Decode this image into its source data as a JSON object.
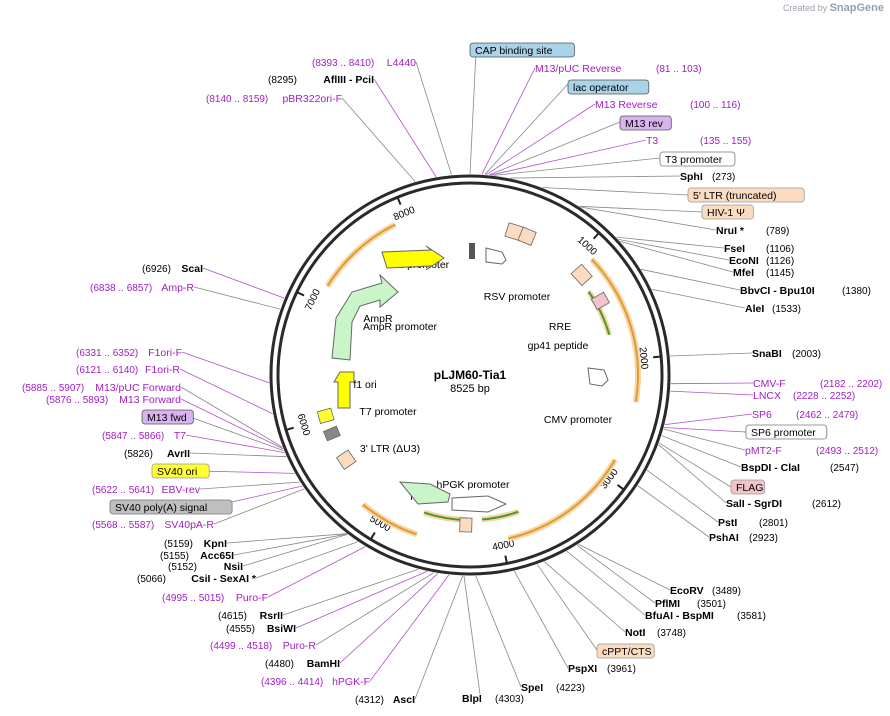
{
  "brand": {
    "created_by": "Created by",
    "product": "SnapGene"
  },
  "plasmid": {
    "name": "pLJM60-Tia1",
    "size_label": "8525 bp",
    "length": 8525
  },
  "ticks": [
    "1000",
    "2000",
    "3000",
    "4000",
    "5000",
    "6000",
    "7000",
    "8000"
  ],
  "colors": {
    "promoter_box": "#ffffff",
    "primer": "#a020c0",
    "enzyme": "#000000",
    "cap_site": "#a8d3e8",
    "lac_operator": "#a8d3e8",
    "primer_bind": "#d9b3f0",
    "ltr": "#fbdcc0",
    "hiv": "#fbdcc0",
    "flag": "#f2c4c8",
    "sv40_ori": "#ffff33",
    "sv40_polya": "#bfbfbf",
    "cppt": "#fbdcc0",
    "amp": "#c9f5c9",
    "ori": "#ffff00",
    "orf": "#e39b2e",
    "orf_green": "#4a9a2a"
  },
  "features_left_boxed": [
    {
      "label": "CAP binding site",
      "style": "cap"
    },
    {
      "label": "lac operator",
      "style": "cap"
    },
    {
      "label": "M13 rev",
      "style": "primer_bind"
    },
    {
      "label": "T3 promoter",
      "style": "white"
    },
    {
      "label": "5' LTR (truncated)",
      "style": "ltr"
    },
    {
      "label": "HIV-1 Ψ",
      "style": "ltr"
    },
    {
      "label": "SP6 promoter",
      "style": "white"
    },
    {
      "label": "FLAG",
      "style": "flag"
    },
    {
      "label": "cPPT/CTS",
      "style": "ltr"
    },
    {
      "label": "M13 fwd",
      "style": "primer_bind"
    },
    {
      "label": "SV40 ori",
      "style": "sv40"
    },
    {
      "label": "SV40 poly(A) signal",
      "style": "grey"
    }
  ],
  "right_labels": [
    {
      "name": "M13/pUC Reverse",
      "range": "(81 .. 103)",
      "kind": "primer"
    },
    {
      "name": "M13 Reverse",
      "range": "(100 .. 116)",
      "kind": "primer"
    },
    {
      "name": "T3",
      "range": "(135 .. 155)",
      "kind": "primer"
    },
    {
      "name": "SphI",
      "range": "(273)",
      "kind": "enzyme"
    },
    {
      "name": "NruI *",
      "range": "(789)",
      "kind": "enzyme"
    },
    {
      "name": "FseI",
      "range": "(1106)",
      "kind": "enzyme"
    },
    {
      "name": "EcoNI",
      "range": "(1126)",
      "kind": "enzyme"
    },
    {
      "name": "MfeI",
      "range": "(1145)",
      "kind": "enzyme"
    },
    {
      "name": "BbvCI  -  Bpu10I",
      "range": "(1380)",
      "kind": "enzyme"
    },
    {
      "name": "AleI",
      "range": "(1533)",
      "kind": "enzyme"
    },
    {
      "name": "SnaBI",
      "range": "(2003)",
      "kind": "enzyme"
    },
    {
      "name": "CMV-F",
      "range": "(2182 .. 2202)",
      "kind": "primer"
    },
    {
      "name": "LNCX",
      "range": "(2228 .. 2252)",
      "kind": "primer"
    },
    {
      "name": "SP6",
      "range": "(2462 .. 2479)",
      "kind": "primer"
    },
    {
      "name": "pMT2-F",
      "range": "(2493 .. 2512)",
      "kind": "primer"
    },
    {
      "name": "BspDI  -  ClaI",
      "range": "(2547)",
      "kind": "enzyme"
    },
    {
      "name": "SalI  -  SgrDI",
      "range": "(2612)",
      "kind": "enzyme"
    },
    {
      "name": "PstI",
      "range": "(2801)",
      "kind": "enzyme"
    },
    {
      "name": "PshAI",
      "range": "(2923)",
      "kind": "enzyme"
    },
    {
      "name": "EcoRV",
      "range": "(3489)",
      "kind": "enzyme"
    },
    {
      "name": "PflMI",
      "range": "(3501)",
      "kind": "enzyme"
    },
    {
      "name": "BfuAI  -  BspMI",
      "range": "(3581)",
      "kind": "enzyme"
    },
    {
      "name": "NotI",
      "range": "(3748)",
      "kind": "enzyme"
    },
    {
      "name": "PspXI",
      "range": "(3961)",
      "kind": "enzyme"
    },
    {
      "name": "SpeI",
      "range": "(4223)",
      "kind": "enzyme"
    },
    {
      "name": "BlpI",
      "range": "(4303)",
      "kind": "enzyme"
    }
  ],
  "left_labels": [
    {
      "name": "L4440",
      "range": "(8393 .. 8410)",
      "kind": "primer"
    },
    {
      "name": "AflIII  -  PciI",
      "range": "(8295)",
      "kind": "enzyme"
    },
    {
      "name": "pBR322ori-F",
      "range": "(8140 .. 8159)",
      "kind": "primer"
    },
    {
      "name": "ScaI",
      "range": "(6926)",
      "kind": "enzyme"
    },
    {
      "name": "Amp-R",
      "range": "(6838 .. 6857)",
      "kind": "primer"
    },
    {
      "name": "F1ori-F",
      "range": "(6331 .. 6352)",
      "kind": "primer"
    },
    {
      "name": "F1ori-R",
      "range": "(6121 .. 6140)",
      "kind": "primer"
    },
    {
      "name": "M13/pUC Forward",
      "range": "(5885 .. 5907)",
      "kind": "primer"
    },
    {
      "name": "M13 Forward",
      "range": "(5876 .. 5893)",
      "kind": "primer"
    },
    {
      "name": "T7",
      "range": "(5847 .. 5866)",
      "kind": "primer"
    },
    {
      "name": "AvrII",
      "range": "(5826)",
      "kind": "enzyme"
    },
    {
      "name": "EBV-rev",
      "range": "(5622 .. 5641)",
      "kind": "primer"
    },
    {
      "name": "SV40pA-R",
      "range": "(5568 .. 5587)",
      "kind": "primer"
    },
    {
      "name": "KpnI",
      "range": "(5159)",
      "kind": "enzyme"
    },
    {
      "name": "Acc65I",
      "range": "(5155)",
      "kind": "enzyme"
    },
    {
      "name": "NsiI",
      "range": "(5152)",
      "kind": "enzyme"
    },
    {
      "name": "CsiI  -  SexAI *",
      "range": "(5066)",
      "kind": "enzyme"
    },
    {
      "name": "Puro-F",
      "range": "(4995 .. 5015)",
      "kind": "primer"
    },
    {
      "name": "RsrII",
      "range": "(4615)",
      "kind": "enzyme"
    },
    {
      "name": "BsiWI",
      "range": "(4555)",
      "kind": "enzyme"
    },
    {
      "name": "Puro-R",
      "range": "(4499 .. 4518)",
      "kind": "primer"
    },
    {
      "name": "BamHI",
      "range": "(4480)",
      "kind": "enzyme"
    },
    {
      "name": "hPGK-F",
      "range": "(4396 .. 4414)",
      "kind": "primer"
    },
    {
      "name": "AscI",
      "range": "(4312)",
      "kind": "enzyme"
    }
  ],
  "inner_labels": [
    "ori",
    "lac promoter",
    "RSV promoter",
    "RRE",
    "gp41 peptide",
    "CMV promoter",
    "AmpR",
    "AmpR promoter",
    "f1 ori",
    "T7 promoter",
    "3' LTR (ΔU3)",
    "hPGK promoter",
    "PuroR"
  ]
}
